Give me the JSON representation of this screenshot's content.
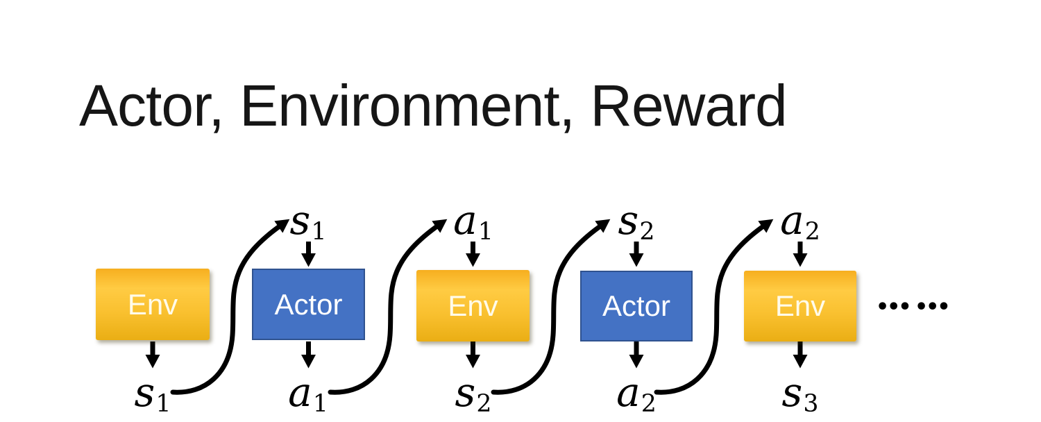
{
  "slide": {
    "title": "Actor, Environment, Reward",
    "continuation_dots": "••• •••"
  },
  "colors": {
    "background": "#FFFFFF",
    "title_color": "#161616",
    "env_fill_top": "#F6AE1F",
    "env_fill_light": "#FFCB43",
    "env_fill_bottom": "#EAAE14",
    "env_text": "#FFFBEA",
    "actor_fill": "#4472C4",
    "actor_border": "#2F528F",
    "actor_text": "#FFFFFF",
    "arrow_color": "#000000"
  },
  "diagram": {
    "boxes": [
      {
        "label": "Env",
        "type": "env"
      },
      {
        "label": "Actor",
        "type": "actor"
      },
      {
        "label": "Env",
        "type": "env"
      },
      {
        "label": "Actor",
        "type": "actor"
      },
      {
        "label": "Env",
        "type": "env"
      }
    ],
    "top_labels": [
      {
        "base": "s",
        "sub": "1"
      },
      {
        "base": "a",
        "sub": "1"
      },
      {
        "base": "s",
        "sub": "2"
      },
      {
        "base": "a",
        "sub": "2"
      }
    ],
    "bottom_labels": [
      {
        "base": "s",
        "sub": "1"
      },
      {
        "base": "a",
        "sub": "1"
      },
      {
        "base": "s",
        "sub": "2"
      },
      {
        "base": "a",
        "sub": "2"
      },
      {
        "base": "s",
        "sub": "3"
      }
    ]
  }
}
